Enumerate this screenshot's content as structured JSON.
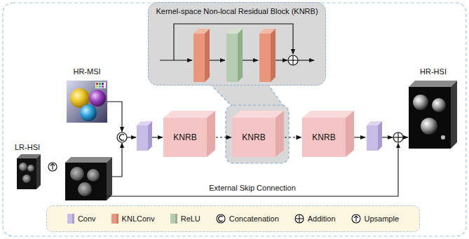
{
  "diagram": {
    "nodes": [
      {
        "text": [
          "Kernel-space Non-local Residual Block (KNRB)"
        ]
      },
      {
        "text": [
          "HR-MSI"
        ]
      },
      {
        "text": [
          "LR-HSI"
        ]
      },
      {
        "text": [
          "KNRB"
        ]
      },
      {
        "text": [
          "KNRB"
        ]
      },
      {
        "text": [
          "KNRB"
        ]
      },
      {
        "text": [
          "HR-HSI"
        ]
      }
    ],
    "edges": [
      {
        "from": 3,
        "to": 4,
        "arrow": "to"
      },
      {
        "from": 4,
        "to": 5,
        "arrow": "to"
      }
    ],
    "labels": [
      "External Skip Connection"
    ],
    "legend": [
      {
        "text": "Conv",
        "color": "#c8bde6"
      },
      {
        "text": "KNLConv",
        "color": "#e9967c"
      },
      {
        "text": "ReLU",
        "color": "#b6cdb2"
      },
      {
        "text": "Concatenation"
      },
      {
        "text": "Addition"
      },
      {
        "text": "Upsample"
      }
    ]
  }
}
